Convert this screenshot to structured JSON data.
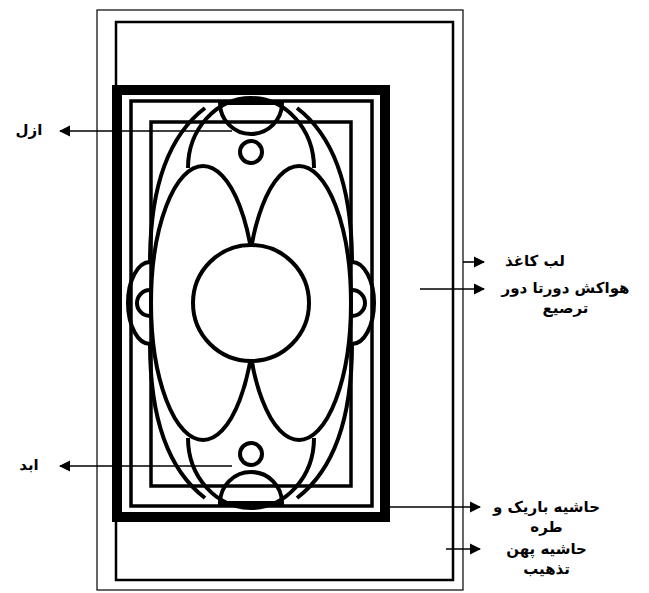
{
  "diagram": {
    "labels": [
      "ازل",
      "لب کاغذ",
      "هواکش دورتا دور ترصیع",
      "ابد",
      "حاشیه باریک و طره",
      "حاشیه پهن تذهیب"
    ]
  }
}
